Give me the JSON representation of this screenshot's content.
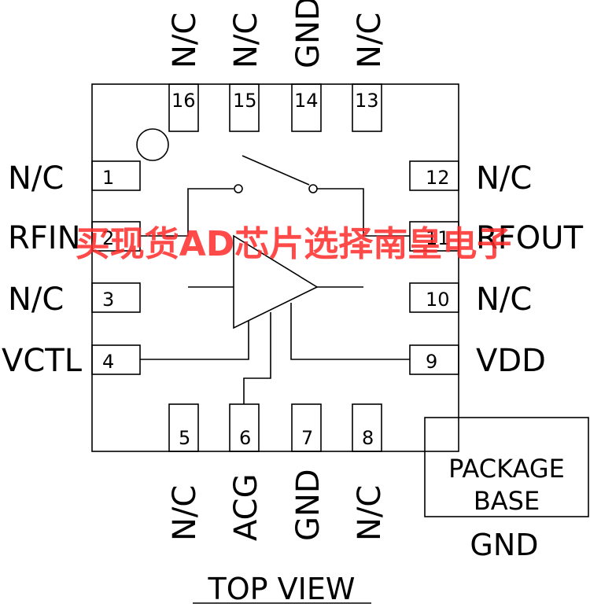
{
  "pins_left": [
    {
      "num": "1",
      "label": "N/C"
    },
    {
      "num": "2",
      "label": "RFIN"
    },
    {
      "num": "3",
      "label": "N/C"
    },
    {
      "num": "4",
      "label": "VCTL"
    }
  ],
  "pins_right": [
    {
      "num": "12",
      "label": "N/C"
    },
    {
      "num": "11",
      "label": "RFOUT"
    },
    {
      "num": "10",
      "label": "N/C"
    },
    {
      "num": "9",
      "label": "VDD"
    }
  ],
  "pins_top": [
    {
      "num": "16",
      "label": "N/C"
    },
    {
      "num": "15",
      "label": "N/C"
    },
    {
      "num": "14",
      "label": "GND"
    },
    {
      "num": "13",
      "label": "N/C"
    }
  ],
  "pins_bottom": [
    {
      "num": "5",
      "label": "N/C"
    },
    {
      "num": "6",
      "label": "ACG"
    },
    {
      "num": "7",
      "label": "GND"
    },
    {
      "num": "8",
      "label": "N/C"
    }
  ],
  "package_base": {
    "line1": "PACKAGE",
    "line2": "BASE",
    "ground": "GND"
  },
  "view_label": "TOP VIEW",
  "watermark": "买现货AD芯片选择南皇电子"
}
